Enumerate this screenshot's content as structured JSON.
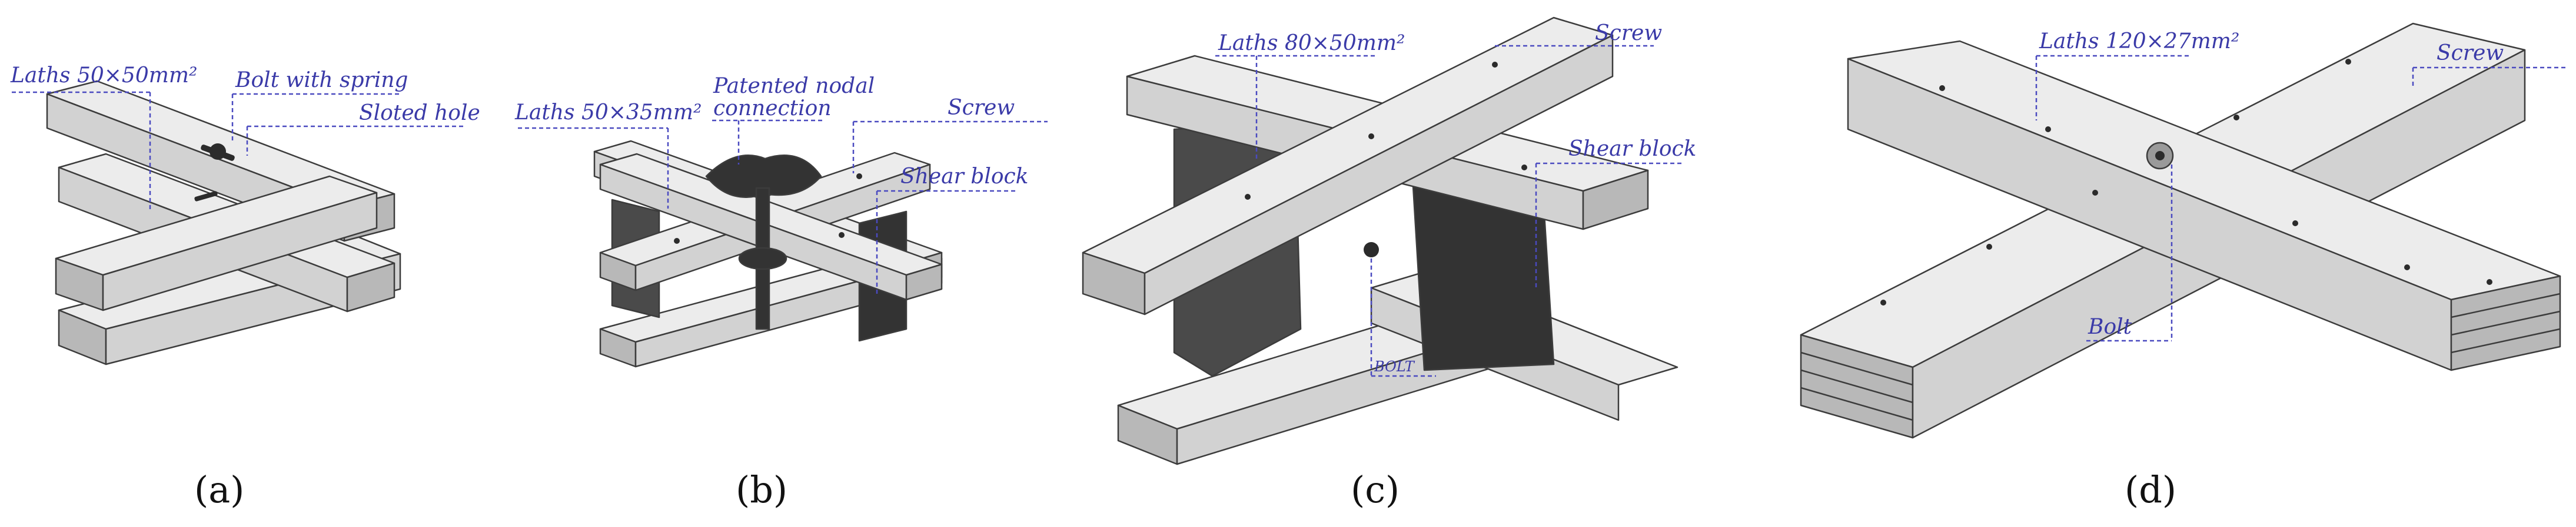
{
  "panels": [
    {
      "id": "a",
      "caption": "(a)",
      "labels": {
        "laths": "Laths 50×50mm²",
        "bolt": "Bolt with spring",
        "slot": "Sloted hole"
      }
    },
    {
      "id": "b",
      "caption": "(b)",
      "labels": {
        "laths": "Laths 50×35mm²",
        "nodal_line1": "Patented nodal",
        "nodal_line2": "connection",
        "screw": "Screw",
        "shear": "Shear block"
      }
    },
    {
      "id": "c",
      "caption": "(c)",
      "labels": {
        "laths": "Laths 80×50mm²",
        "screw": "Screw",
        "shear": "Shear block",
        "bolt": "BOLT"
      }
    },
    {
      "id": "d",
      "caption": "(d)",
      "labels": {
        "laths": "Laths 120×27mm²",
        "screw": "Screw",
        "bolt": "Bolt"
      }
    }
  ],
  "colors": {
    "annotation": "#3a3aa8",
    "wood_top": "#ececec",
    "wood_side": "#d2d2d2",
    "block": "#4a4a4a"
  }
}
